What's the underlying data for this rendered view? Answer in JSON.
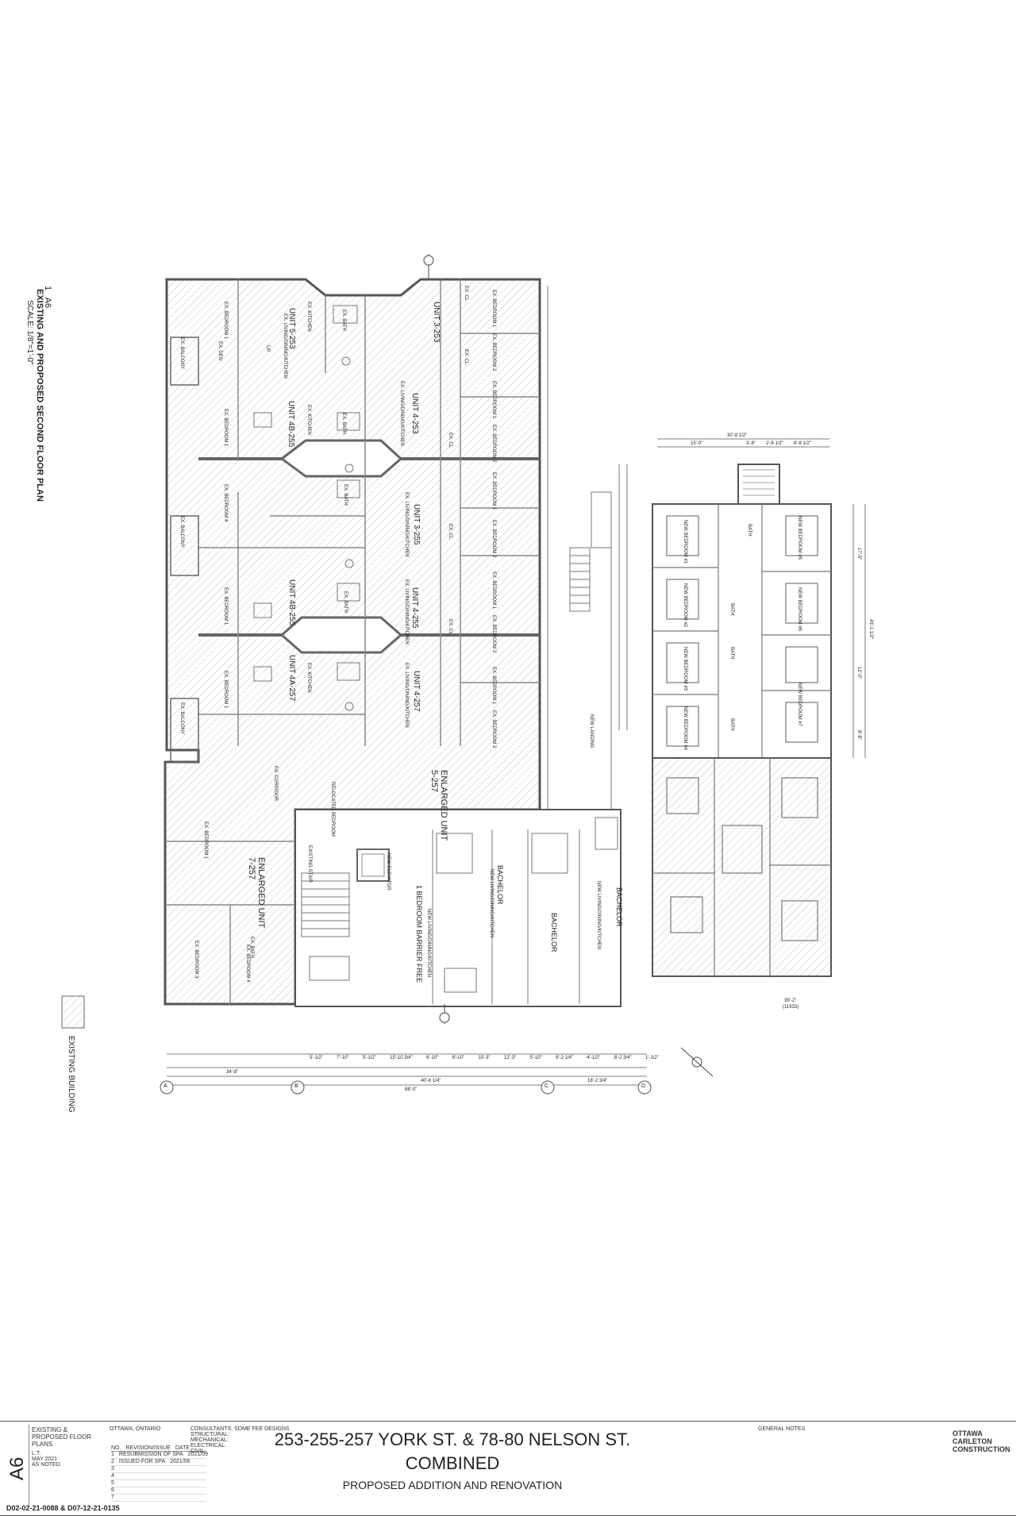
{
  "plan_title": {
    "number": "1",
    "sheet_ref": "A6",
    "title": "EXISTING AND PROPOSED SECOND FLOOR PLAN",
    "scale": "SCALE: 1/8\"=1'-0\""
  },
  "legend": {
    "label": "EXISTING BUILDING"
  },
  "units": {
    "u5_253": "UNIT 5-253",
    "u3_253": "UNIT 3-253",
    "u4_253": "UNIT 4-253",
    "u4b_255": "UNIT 4B-255",
    "u3_255": "UNIT 3-255",
    "u4_255": "UNIT 4-255",
    "u4a_257": "UNIT 4A-257",
    "u4_257": "UNIT 4-257",
    "enl_5_257": "ENLARGED UNIT 5-257",
    "enl_7_257": "ENLARGED UNIT 7-257",
    "one_bed_bf": "1 BEDROOM BARRIER FREE",
    "bachelor_a": "BACHELOR",
    "bachelor_b": "BACHELOR",
    "bachelor_c": "BACHELOR"
  },
  "rooms": {
    "ex_bedroom_1": "EX. BEDROOM 1",
    "ex_bedroom_2": "EX. BEDROOM 2",
    "ex_bedroom_3": "EX. BEDROOM 3",
    "ex_bedroom_4": "EX. BEDROOM 4",
    "ex_living": "EX. LIVING/DINING/KITCHEN",
    "ex_kitchen": "EX. KITCHEN",
    "ex_bath": "EX. BATH",
    "ex_cl": "EX. CL.",
    "ex_balcony": "EX. BALCONY",
    "ex_corridor": "EX. CORRIDOR",
    "ex_den": "EX. DEN",
    "new_bedroom_1": "NEW BEDROOM #1",
    "new_bedroom_2": "NEW BEDROOM #2",
    "new_bedroom_3": "NEW BEDROOM #3",
    "new_bedroom_4": "NEW BEDROOM #4",
    "new_bedroom_5": "NEW BEDROOM #5",
    "new_bedroom_6": "NEW BEDROOM #6",
    "new_bedroom_7": "NEW BEDROOM #7",
    "bath": "BATH",
    "new_landing": "NEW LANDING",
    "new_elevator": "NEW ELEVATOR",
    "existing_stair": "EXISTING STAIR",
    "relocated_bedroom": "RELOCATED BEDROOM",
    "new_living": "NEW LIVING/DINING/KITCHEN",
    "up": "UP"
  },
  "dimensions": {
    "top_overall": "30'-8 1/2\"",
    "top_a": "15'-0\"",
    "top_b": "3'-8\"",
    "top_c": "2'-6 1/2\"",
    "top_d": "8'-8 1/2\"",
    "right_overall": "43'-1 1/2\"",
    "right_a": "17'-5\"",
    "right_b": "12'-0\"",
    "right_c": "8'-8\"",
    "bottom_overall": "88'-0\"",
    "bottom_a": "34'-8\"",
    "bottom_b": "40'-6 1/4\"",
    "bottom_c": "18'-2 3/4\"",
    "bottom_row": [
      "5'-1/2\"",
      "7'-10\"",
      "5'-1/2\"",
      "15'-10 3/4\"",
      "6'-10\"",
      "8'-10\"",
      "10'-3\"",
      "12'-3\"",
      "5'-10\"",
      "8'-2 1/4\"",
      "4'-1/2\"",
      "8'-2 3/4\"",
      "1'-1/2\""
    ],
    "right_wing_bottom": "39'-2\"",
    "right_wing_bottom_b": "(11933)"
  },
  "grid_markers": [
    "A",
    "B",
    "C",
    "D"
  ],
  "title_block": {
    "main_line1": "253-255-257 YORK ST. & 78-80 NELSON ST.",
    "main_line2": "COMBINED",
    "main_line3": "PROPOSED ADDITION AND RENOVATION",
    "sheet_title": "EXISTING & PROPOSED FLOOR PLANS",
    "sheet_number": "A6",
    "drawn_by": "L.T.",
    "date": "MAY 2021",
    "scale": "AS NOTED",
    "file_numbers": "D02-02-21-0088 & D07-12-21-0135",
    "company": "OTTAWA CARLETON CONSTRUCTION",
    "address": "OTTAWA, ONTARIO",
    "general_notes": "GENERAL NOTES",
    "consultants": "CONSULTANTS: SOME FEE DESIGNS",
    "structural": "STRUCTURAL:",
    "mechanical": "MECHANICAL:",
    "electrical": "ELECTRICAL:",
    "civil": "CIVIL:",
    "revisions": [
      {
        "no": "1",
        "desc": "RESUBMISSION OF SPA",
        "date": "2021/09"
      },
      {
        "no": "2",
        "desc": "ISSUED FOR SPA",
        "date": "2021/06"
      },
      {
        "no": "3",
        "desc": "",
        "date": ""
      },
      {
        "no": "4",
        "desc": "",
        "date": ""
      },
      {
        "no": "5",
        "desc": "",
        "date": ""
      },
      {
        "no": "6",
        "desc": "",
        "date": ""
      },
      {
        "no": "7",
        "desc": "",
        "date": ""
      }
    ],
    "revision_header": {
      "no": "NO.",
      "desc": "REVISION/ISSUE",
      "date": "DATE"
    }
  },
  "colors": {
    "line": "#444444",
    "wall": "#666666",
    "hatch": "#bdbdbd",
    "paper": "#ffffff"
  }
}
